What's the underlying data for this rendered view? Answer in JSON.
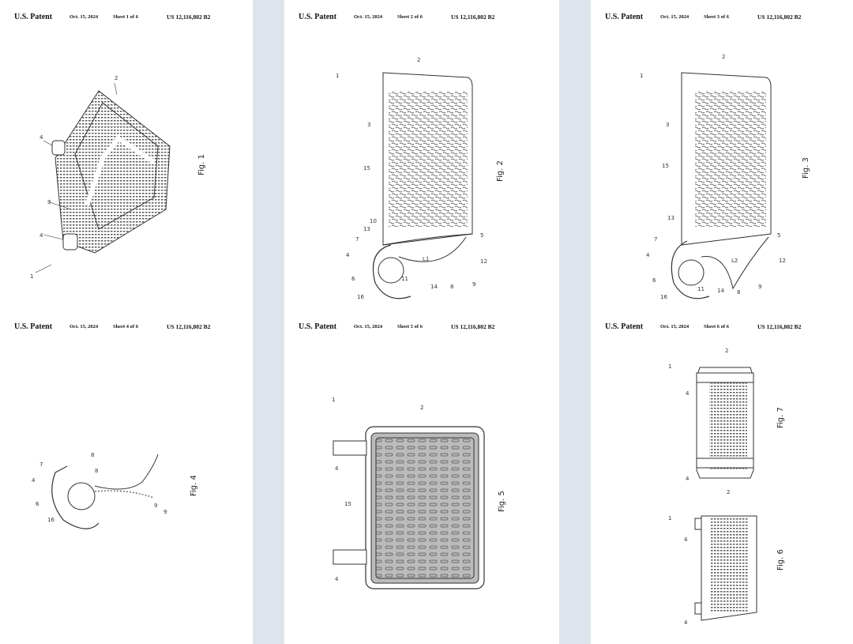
{
  "header": {
    "title": "U.S. Patent",
    "date": "Oct. 15, 2024",
    "patent_number": "US 12,116,802 B2"
  },
  "sheets": [
    {
      "sheet": "Sheet 1 of 6",
      "figures": [
        "Fig. 1"
      ],
      "refs": [
        "1",
        "2",
        "3",
        "4",
        "4"
      ]
    },
    {
      "sheet": "Sheet 2 of 6",
      "figures": [
        "Fig. 2"
      ],
      "refs": [
        "1",
        "2",
        "3",
        "15",
        "10",
        "13",
        "7",
        "4",
        "6",
        "16",
        "11",
        "14",
        "8",
        "9",
        "12",
        "5",
        "L1"
      ]
    },
    {
      "sheet": "Sheet 3 of 6",
      "figures": [
        "Fig. 3"
      ],
      "refs": [
        "1",
        "2",
        "3",
        "15",
        "13",
        "7",
        "4",
        "6",
        "16",
        "11",
        "14",
        "8",
        "9",
        "12",
        "5",
        "L2"
      ]
    },
    {
      "sheet": "Sheet 4 of 6",
      "figures": [
        "Fig. 4"
      ],
      "refs": [
        "7",
        "4",
        "6",
        "16",
        "8",
        "8",
        "9",
        "9"
      ]
    },
    {
      "sheet": "Sheet 5 of 6",
      "figures": [
        "Fig. 5"
      ],
      "refs": [
        "1",
        "2",
        "4",
        "15",
        "4"
      ]
    },
    {
      "sheet": "Sheet 6 of 6",
      "figures": [
        "Fig. 7",
        "Fig. 6"
      ],
      "refs": [
        "1",
        "2",
        "4",
        "4",
        "1",
        "2",
        "4",
        "4"
      ]
    }
  ]
}
